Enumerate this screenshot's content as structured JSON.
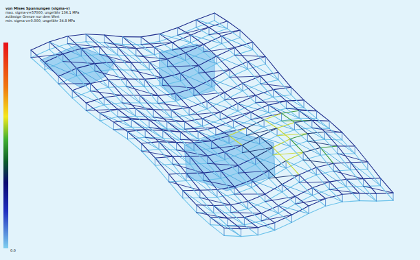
{
  "diagram": {
    "title": "von Mises Spannungen (sigma-v)",
    "labels": [
      "max. sigma-v=57000, ungefähr 136.1 MPa",
      "zulässige Grenze nur dem Wert",
      "min. sigma-v=0.000, ungefähr 34.8 MPa",
      "0.0"
    ]
  }
}
